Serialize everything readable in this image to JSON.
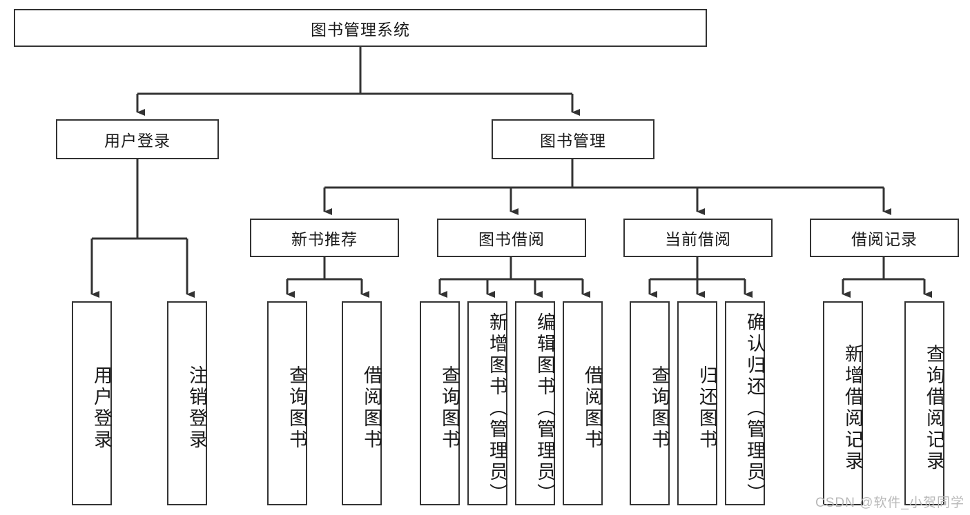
{
  "diagram": {
    "title": "图书管理系统",
    "watermark": "CSDN @软件_小贺同学",
    "colors": {
      "box_border": "#333333",
      "box_fill": "#ffffff",
      "line": "#333333",
      "background": "#ffffff",
      "watermark": "#b9b9b9"
    },
    "root": {
      "label": "图书管理系统"
    },
    "level1": [
      {
        "label": "用户登录"
      },
      {
        "label": "图书管理"
      }
    ],
    "level2": [
      {
        "label": "新书推荐"
      },
      {
        "label": "图书借阅"
      },
      {
        "label": "当前借阅"
      },
      {
        "label": "借阅记录"
      }
    ],
    "leaves": {
      "user_login": [
        {
          "label": "用户登录"
        },
        {
          "label": "注销登录"
        }
      ],
      "new_book": [
        {
          "label": "查询图书"
        },
        {
          "label": "借阅图书"
        }
      ],
      "borrow_book": [
        {
          "label": "查询图书"
        },
        {
          "label": "新增图书（管理员）"
        },
        {
          "label": "编辑图书（管理员）"
        },
        {
          "label": "借阅图书"
        }
      ],
      "current_borrow": [
        {
          "label": "查询图书"
        },
        {
          "label": "归还图书"
        },
        {
          "label": "确认归还（管理员）"
        }
      ],
      "borrow_record": [
        {
          "label": "新增借阅记录"
        },
        {
          "label": "查询借阅记录"
        }
      ]
    }
  }
}
